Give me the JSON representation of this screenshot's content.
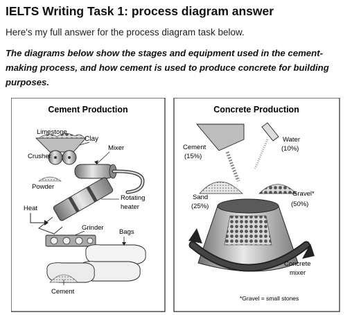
{
  "page": {
    "title": "IELTS Writing Task 1: process diagram answer",
    "intro": "Here's my full answer for the process diagram task below.",
    "task": "The diagrams below show the stages and equipment used in the cement-making process, and how cement is used to produce concrete for building purposes."
  },
  "diagram": {
    "left_panel": {
      "title": "Cement Production",
      "labels": {
        "limestone": "Limestone",
        "clay": "Clay",
        "crusher": "Crusher",
        "mixer": "Mixer",
        "powder": "Powder",
        "heat": "Heat",
        "rotating": "Rotating",
        "heater": "heater",
        "grinder": "Grinder",
        "bags": "Bags",
        "cement": "Cement"
      }
    },
    "right_panel": {
      "title": "Concrete Production",
      "labels": {
        "cement": "Cement",
        "cement_pct": "(15%)",
        "water": "Water",
        "water_pct": "(10%)",
        "sand": "Sand",
        "sand_pct": "(25%)",
        "gravel": "Gravel*",
        "gravel_pct": "(50%)",
        "concrete": "Concrete",
        "mixer": "mixer",
        "footnote": "*Gravel = small stones"
      }
    }
  }
}
